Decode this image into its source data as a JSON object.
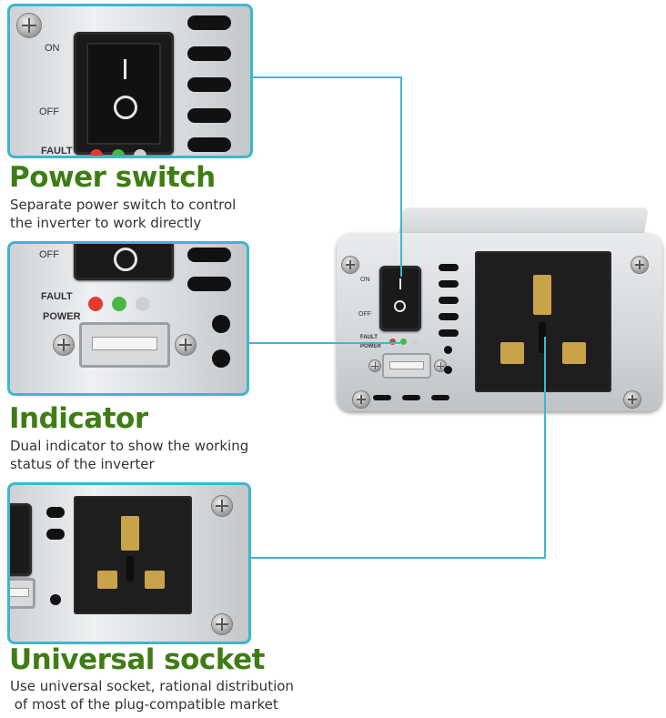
{
  "features": [
    {
      "title": "Power switch",
      "description": [
        "Separate power switch to control",
        "the inverter to work directly"
      ]
    },
    {
      "title": "Indicator",
      "description": [
        "Dual indicator to show the working",
        "status of the inverter"
      ]
    },
    {
      "title": "Universal socket",
      "description": [
        "Use universal socket, rational distribution",
        " of most of the plug-compatible market"
      ]
    }
  ],
  "device_labels": {
    "on": "ON",
    "off": "OFF",
    "fault": "FAULT",
    "power": "POWER"
  },
  "colors": {
    "accent_line": "#3fb6d1",
    "heading_green": "#3f7d14",
    "led_red": "#e23b2e",
    "led_green": "#49b649",
    "led_gray": "#cfcfcf"
  }
}
